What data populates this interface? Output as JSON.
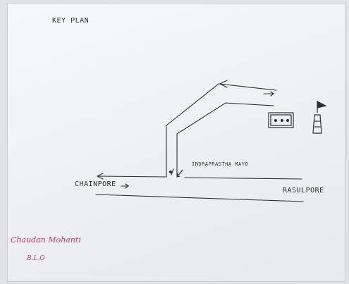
{
  "map": {
    "title": "KEY PLAN",
    "places": {
      "left": "CHAINPORE",
      "right": "RASULPORE"
    },
    "road_name": "INDRAPRASTHA MAYO",
    "signature": {
      "name": "Chaudan Mohanti",
      "designation": "B.L.O"
    },
    "icons": [
      "building-icon",
      "flag-tower-icon"
    ],
    "colors": {
      "ink": "#2b2f3a",
      "signature": "#c03a6a",
      "paper": "#f2f3f6"
    }
  }
}
